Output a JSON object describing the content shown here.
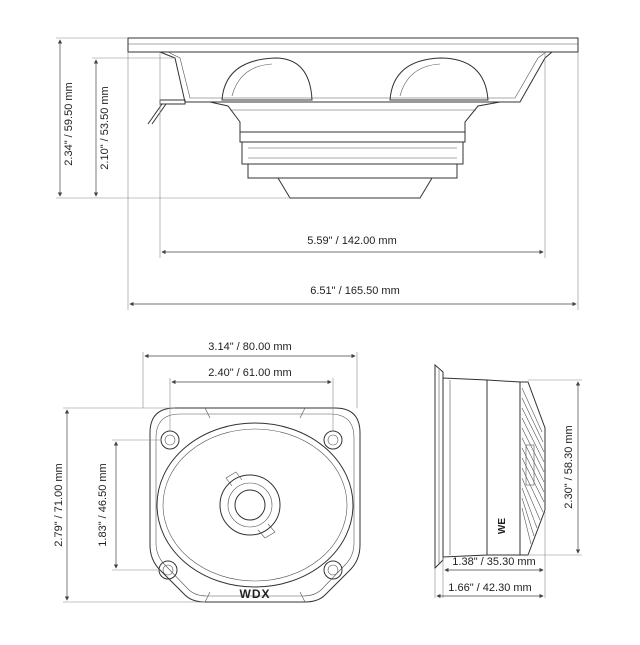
{
  "dimensions": {
    "height_total": "2.34\" / 59.50 mm",
    "height_mount": "2.10\" / 53.50 mm",
    "width_cutout": "5.59\" / 142.00 mm",
    "width_total": "6.51\" / 165.50 mm",
    "front_width_outer": "3.14\" / 80.00 mm",
    "front_width_inner": "2.40\" / 61.00 mm",
    "front_height_outer": "2.79\" / 71.00 mm",
    "front_height_inner": "1.83\" / 46.50 mm",
    "side_height": "2.30\" / 58.30 mm",
    "side_depth_mount": "1.38\" / 35.30 mm",
    "side_depth_total": "1.66\" / 42.30 mm"
  },
  "logo": {
    "front": "WDX",
    "side": "WE"
  }
}
